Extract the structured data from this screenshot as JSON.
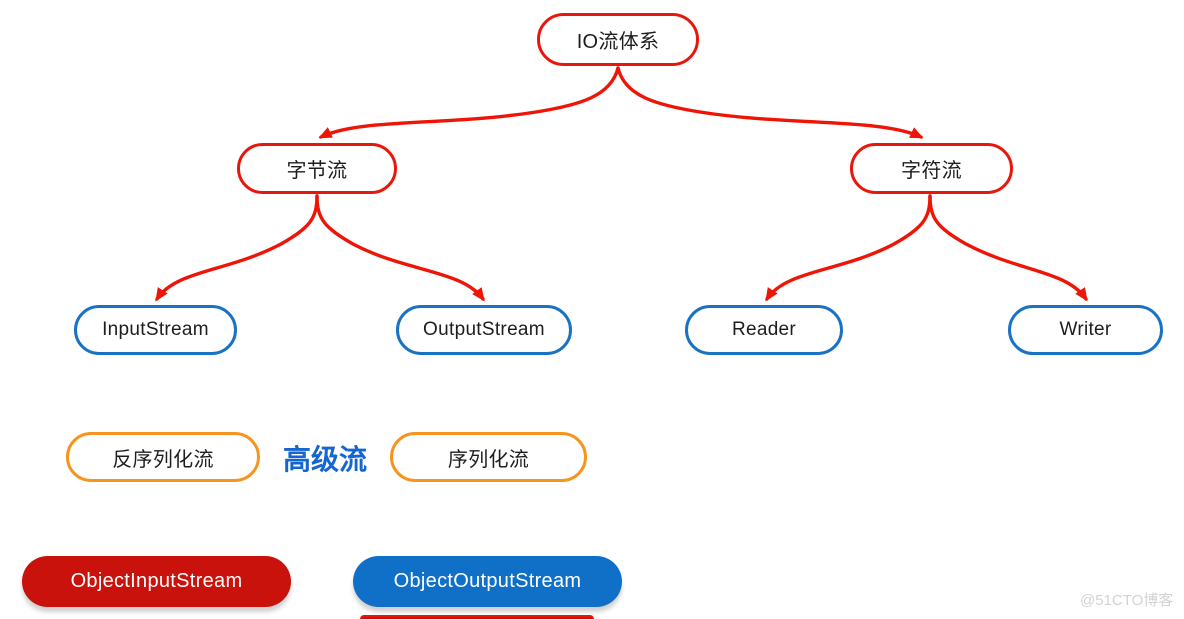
{
  "diagram_title": "IO流体系",
  "colors": {
    "edge_red": "#ee1507",
    "node_red_border": "#e8170b",
    "node_blue_border": "#1a72c5",
    "node_orange_border": "#f5941f",
    "pill_red_fill": "#c9120b",
    "pill_blue_fill": "#1070c8",
    "advanced_label_blue": "#1565d2",
    "node_text": "#1d1d1d",
    "watermark_gray": "#d3d3d3"
  },
  "nodes": {
    "root": {
      "label": "IO流体系"
    },
    "byte_stream": {
      "label": "字节流"
    },
    "char_stream": {
      "label": "字符流"
    },
    "input_stream": {
      "label": "InputStream"
    },
    "output_stream": {
      "label": "OutputStream"
    },
    "reader": {
      "label": "Reader"
    },
    "writer": {
      "label": "Writer"
    },
    "deserialization_stream": {
      "label": "反序列化流"
    },
    "advanced_stream": {
      "label": "高级流"
    },
    "serialization_stream": {
      "label": "序列化流"
    },
    "object_input_stream": {
      "label": "ObjectInputStream"
    },
    "object_output_stream": {
      "label": "ObjectOutputStream"
    }
  },
  "edges": [
    {
      "from": "IO流体系",
      "to": "字节流"
    },
    {
      "from": "IO流体系",
      "to": "字符流"
    },
    {
      "from": "字节流",
      "to": "InputStream"
    },
    {
      "from": "字节流",
      "to": "OutputStream"
    },
    {
      "from": "字符流",
      "to": "Reader"
    },
    {
      "from": "字符流",
      "to": "Writer"
    }
  ],
  "watermark": {
    "text": "@51CTO博客"
  }
}
